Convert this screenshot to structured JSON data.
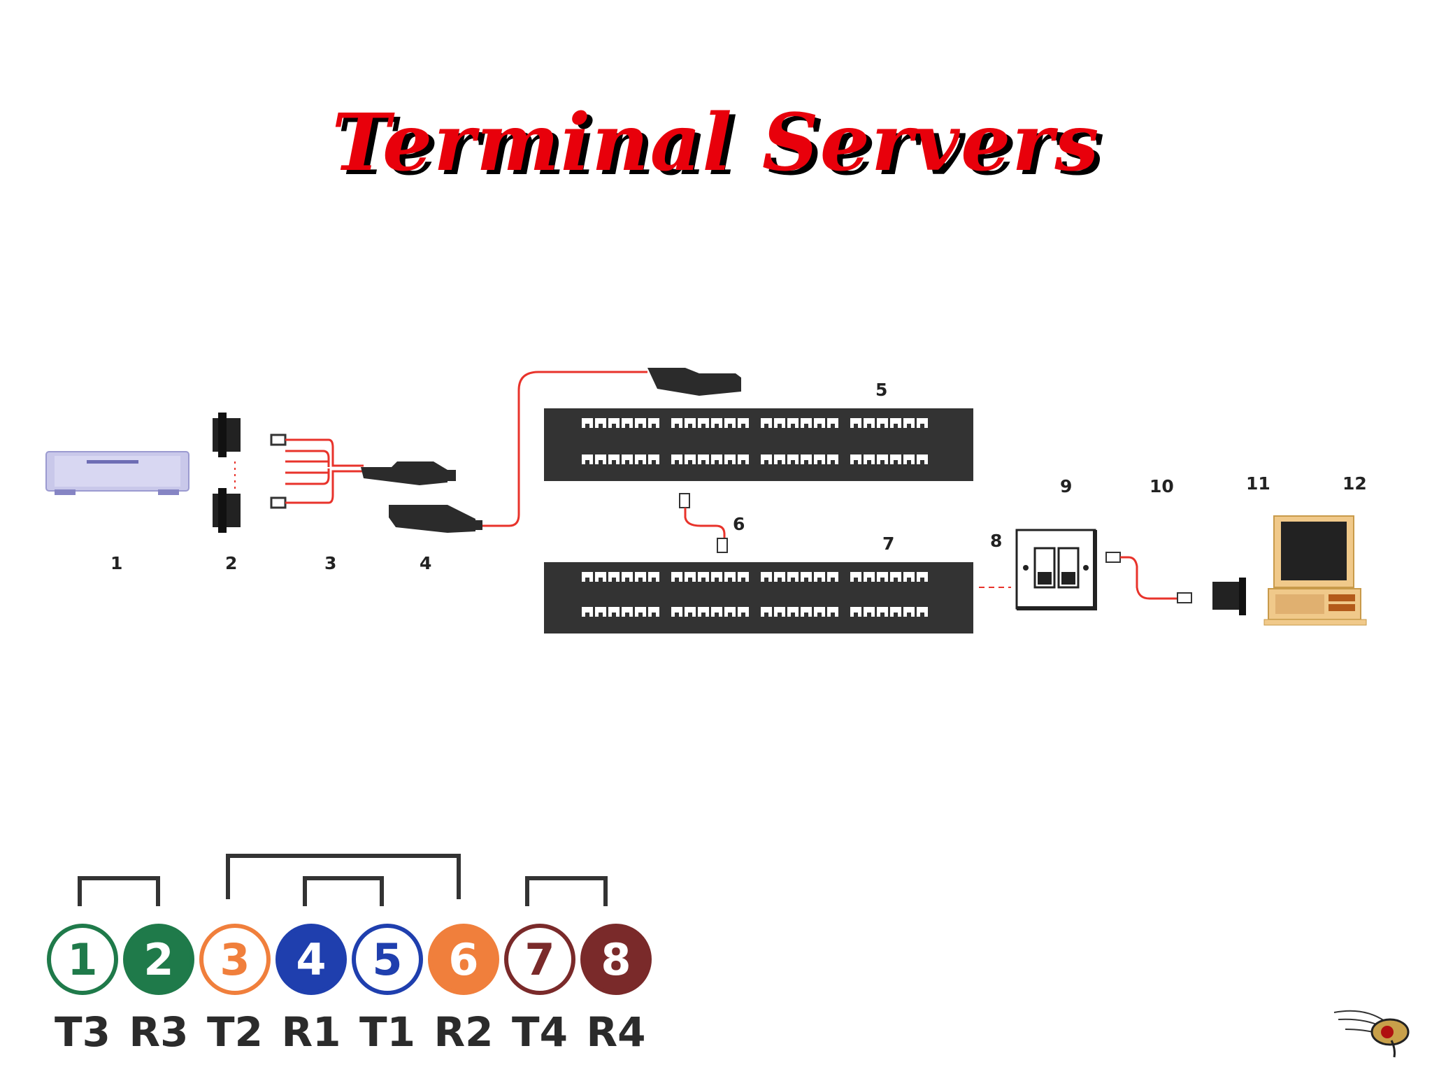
{
  "title": "Terminal Servers",
  "callouts": [
    "1",
    "2",
    "3",
    "4",
    "5",
    "6",
    "7",
    "8",
    "9",
    "10",
    "11",
    "12"
  ],
  "pins": [
    {
      "number": "1",
      "label": "T3",
      "color": "#1f7a4a",
      "filled": false
    },
    {
      "number": "2",
      "label": "R3",
      "color": "#1f7a4a",
      "filled": true
    },
    {
      "number": "3",
      "label": "T2",
      "color": "#f07f3c",
      "filled": false
    },
    {
      "number": "4",
      "label": "R1",
      "color": "#1f3fae",
      "filled": true
    },
    {
      "number": "5",
      "label": "T1",
      "color": "#1f3fae",
      "filled": false
    },
    {
      "number": "6",
      "label": "R2",
      "color": "#f07f3c",
      "filled": true
    },
    {
      "number": "7",
      "label": "T4",
      "color": "#7a2a2a",
      "filled": false
    },
    {
      "number": "8",
      "label": "R4",
      "color": "#7a2a2a",
      "filled": true
    }
  ],
  "colors": {
    "title": "#e8000b",
    "cable": "#e8332b",
    "patch_panel": "#333333"
  },
  "icons": [
    "terminal-server-icon",
    "db25-connector-icon",
    "octopus-cable-icon",
    "rj45-connector-icon",
    "patch-panel-icon",
    "wall-plate-icon",
    "computer-terminal-icon",
    "logo-icon"
  ]
}
